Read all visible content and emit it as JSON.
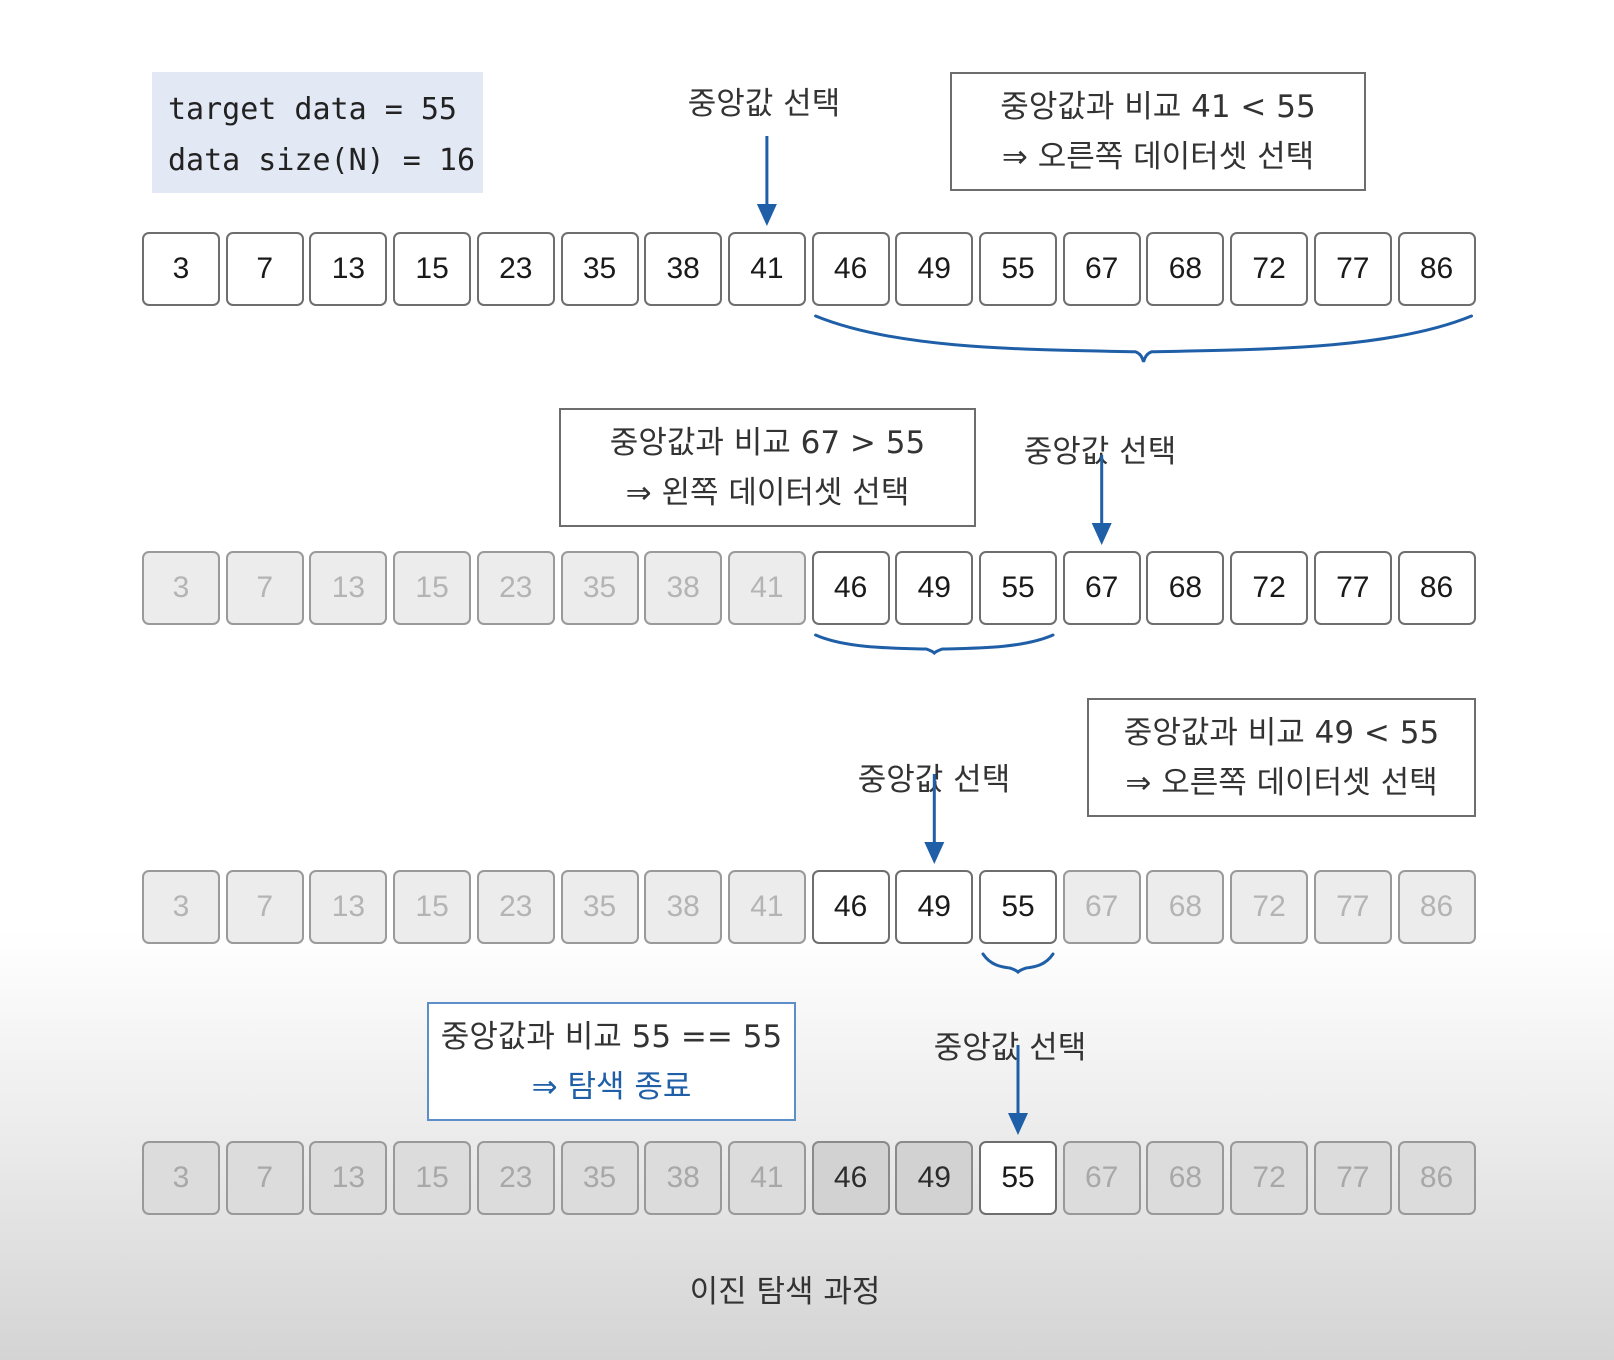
{
  "info": {
    "line1": "target data = 55",
    "line2": "data size(N) = 16"
  },
  "data_values": [
    "3",
    "7",
    "13",
    "15",
    "23",
    "35",
    "38",
    "41",
    "46",
    "49",
    "55",
    "67",
    "68",
    "72",
    "77",
    "86"
  ],
  "steps": [
    {
      "row_states": [
        "active",
        "active",
        "active",
        "active",
        "active",
        "active",
        "active",
        "active",
        "active",
        "active",
        "active",
        "active",
        "active",
        "active",
        "active",
        "active"
      ],
      "mid_label": "중앙값 선택",
      "mid_index": 7,
      "note_line1": "중앙값과 비교 41 < 55",
      "note_line2": "⇒ 오른쪽 데이터셋 선택",
      "brace_from": 8,
      "brace_to": 15
    },
    {
      "row_states": [
        "dim",
        "dim",
        "dim",
        "dim",
        "dim",
        "dim",
        "dim",
        "dim",
        "active",
        "active",
        "active",
        "active",
        "active",
        "active",
        "active",
        "active"
      ],
      "mid_label": "중앙값 선택",
      "mid_index": 11,
      "note_line1": "중앙값과 비교 67 > 55",
      "note_line2": "⇒ 왼쪽 데이터셋 선택",
      "brace_from": 8,
      "brace_to": 10
    },
    {
      "row_states": [
        "dim",
        "dim",
        "dim",
        "dim",
        "dim",
        "dim",
        "dim",
        "dim",
        "active",
        "active",
        "active",
        "dim",
        "dim",
        "dim",
        "dim",
        "dim"
      ],
      "mid_label": "중앙값 선택",
      "mid_index": 9,
      "note_line1": "중앙값과 비교 49 < 55",
      "note_line2": "⇒ 오른쪽 데이터셋 선택",
      "brace_from": 10,
      "brace_to": 10
    },
    {
      "row_states": [
        "dim2",
        "dim2",
        "dim2",
        "dim2",
        "dim2",
        "dim2",
        "dim2",
        "dim2",
        "mid",
        "mid",
        "active",
        "dim2",
        "dim2",
        "dim2",
        "dim2",
        "dim2"
      ],
      "mid_label": "중앙값 선택",
      "mid_index": 10,
      "note_line1": "중앙값과 비교 55 == 55",
      "note_line2": "⇒ 탐색 종료"
    }
  ],
  "caption": "이진 탐색 과정",
  "colors": {
    "arrow": "#1f5fa8",
    "brace": "#1f5fa8",
    "info_bg": "#e3e8f5",
    "end_text": "#1f5fa8"
  }
}
